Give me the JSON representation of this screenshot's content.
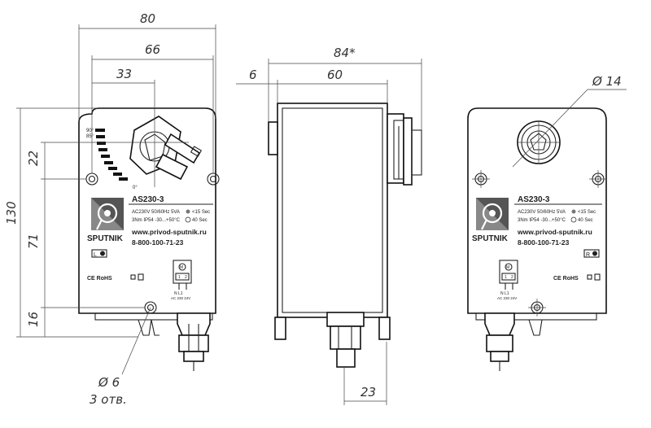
{
  "dimensions": {
    "width_total": "80",
    "width_mid": "66",
    "width_axis": "33",
    "depth_total": "84*",
    "depth_offset": "6",
    "depth_body": "60",
    "shaft_diameter": "Ø 14",
    "height_total": "130",
    "height_top": "22",
    "height_mid": "71",
    "height_bottom": "16",
    "connector_width": "23",
    "hole_diameter": "Ø 6",
    "hole_count": "3 отв."
  },
  "label": {
    "model": "AS230-3",
    "spec_line1": "AC230V  50/60Hz 5VA",
    "spec_time1": "<15 Sec",
    "spec_line2": "3Nm  IP54  -30...+50°C",
    "spec_time2": "40 Sec",
    "website": "www.privod-sputnik.ru",
    "phone": "8-800-100-71-23",
    "brand": "SPUTNIK",
    "certs": "CE RoHS",
    "direction_left": "L",
    "direction_right": "R"
  },
  "scale": {
    "mark_90": "90°",
    "mark_85": "85°",
    "mark_0": "0°"
  },
  "wiring": {
    "motor": "M",
    "terminal_1": "1",
    "terminal_2": "2",
    "terminal_labels": "N  L1",
    "voltage": "AC 230  24V"
  }
}
